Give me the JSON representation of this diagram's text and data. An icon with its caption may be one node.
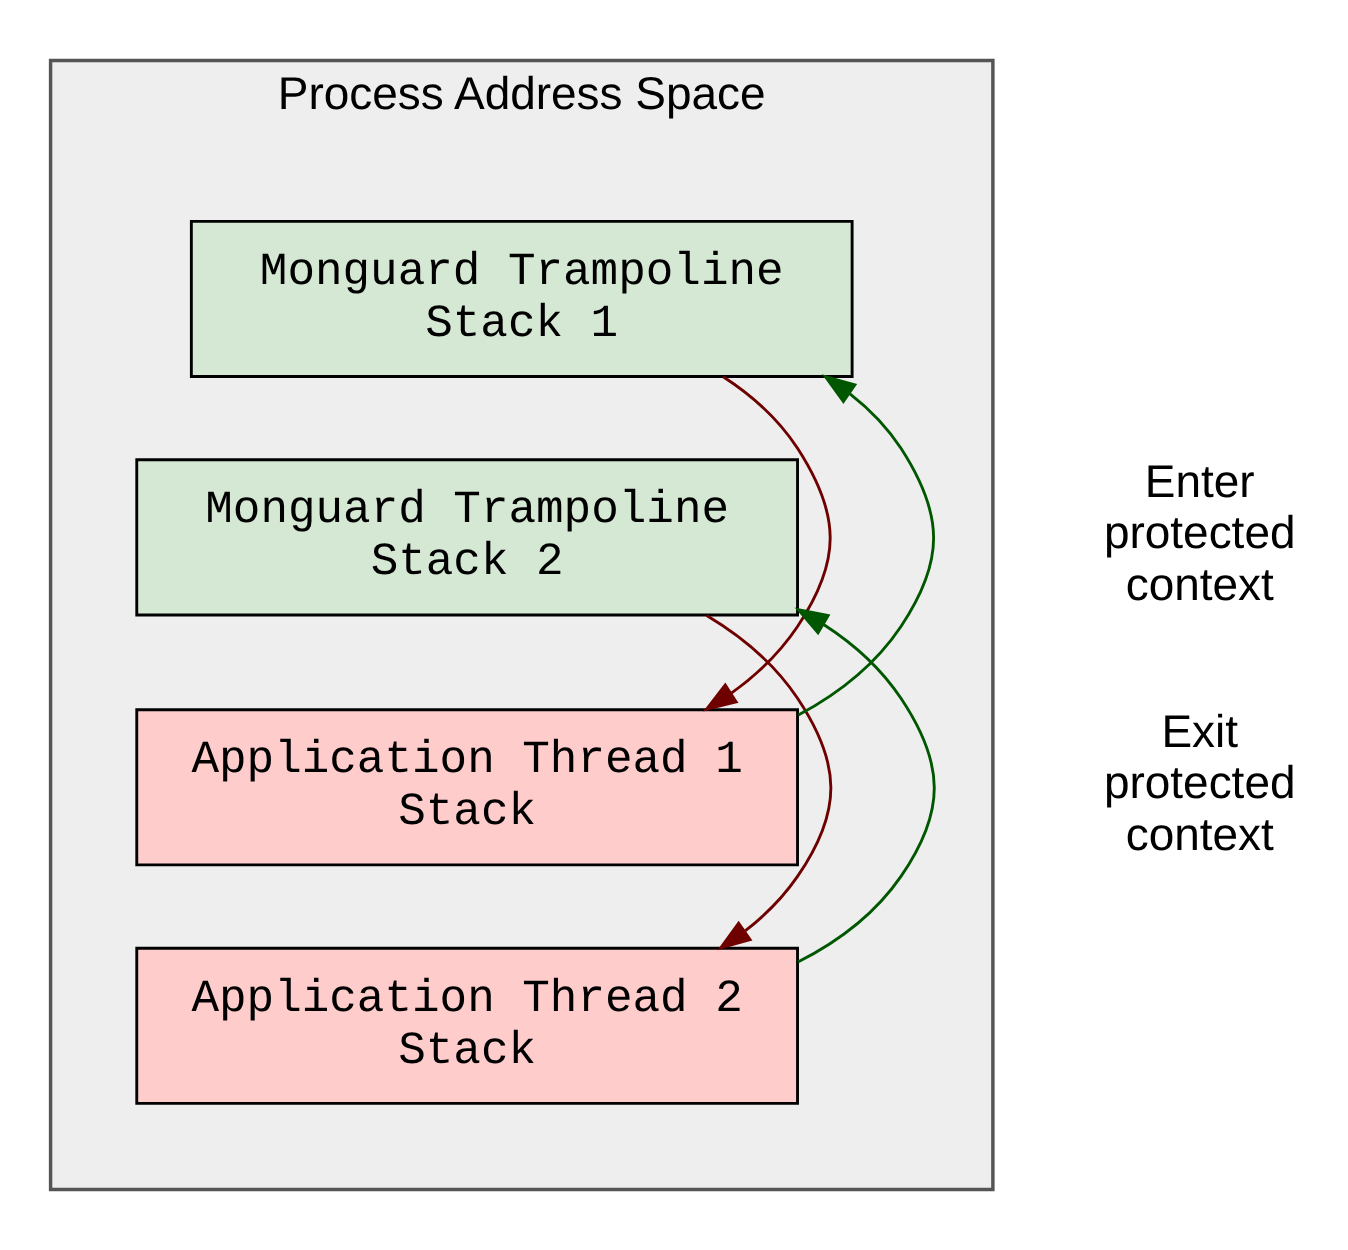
{
  "diagram": {
    "nodes": [
      {
        "text": [
          "Process Address Space"
        ]
      },
      {
        "text": [
          "Monguard Trampoline Stack 1"
        ],
        "in": 0
      },
      {
        "text": [
          "Monguard Trampoline Stack 2"
        ],
        "in": 0
      },
      {
        "text": [
          "Application Thread 1 Stack"
        ],
        "in": 0
      },
      {
        "text": [
          "Application Thread 2 Stack"
        ],
        "in": 0
      }
    ],
    "edges": [
      {
        "from": 3,
        "to": 1,
        "arrow": "to",
        "color": "#005700"
      },
      {
        "from": 4,
        "to": 2,
        "arrow": "to",
        "color": "#005700"
      },
      {
        "from": 1,
        "to": 3,
        "arrow": "to",
        "color": "#6f0000"
      },
      {
        "from": 2,
        "to": 4,
        "arrow": "to",
        "color": "#6f0000"
      }
    ],
    "labels": [
      "Enter protected context",
      "Exit protected context"
    ]
  }
}
